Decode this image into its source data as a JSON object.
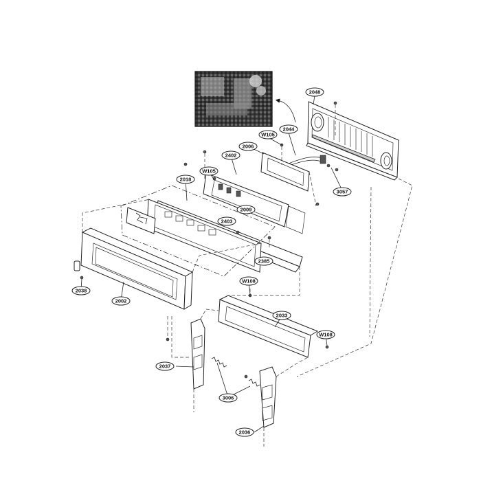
{
  "callouts": [
    {
      "id": "2048",
      "text": "2048"
    },
    {
      "id": "2044",
      "text": "2044"
    },
    {
      "id": "W105-top",
      "text": "W105"
    },
    {
      "id": "2006",
      "text": "2006"
    },
    {
      "id": "2402",
      "text": "2402"
    },
    {
      "id": "W105-mid",
      "text": "W105"
    },
    {
      "id": "2018",
      "text": "2018"
    },
    {
      "id": "3057",
      "text": "3057"
    },
    {
      "id": "2009",
      "text": "2009"
    },
    {
      "id": "2403",
      "text": "2403"
    },
    {
      "id": "2385",
      "text": "2385"
    },
    {
      "id": "2038",
      "text": "2038"
    },
    {
      "id": "2002",
      "text": "2002"
    },
    {
      "id": "W108-top",
      "text": "W108"
    },
    {
      "id": "2033",
      "text": "2033"
    },
    {
      "id": "W108-right",
      "text": "W108"
    },
    {
      "id": "2037",
      "text": "2037"
    },
    {
      "id": "3006",
      "text": "3006"
    },
    {
      "id": "2036",
      "text": "2036"
    }
  ]
}
